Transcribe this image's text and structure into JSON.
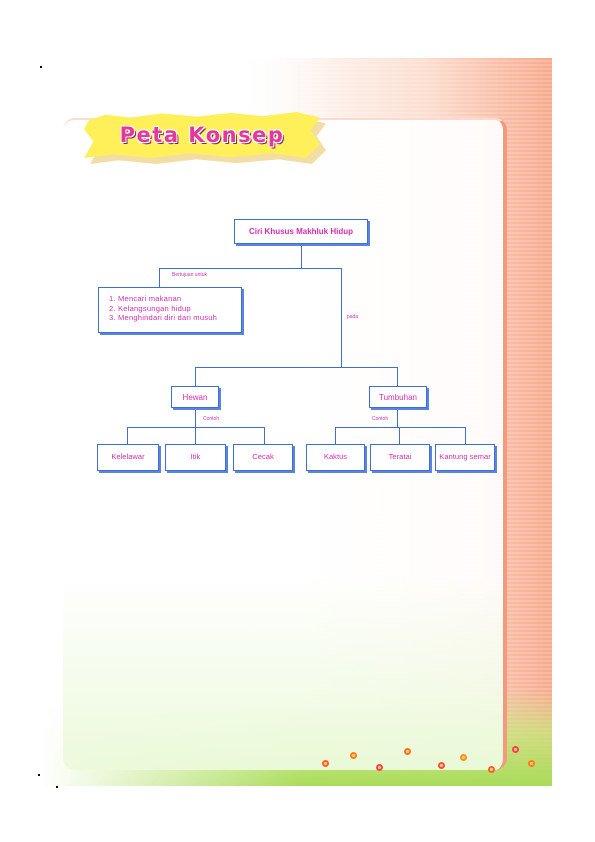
{
  "title": "Peta Konsep",
  "concept_map": {
    "root": "Ciri Khusus Makhluk Hidup",
    "purpose_label": "Bertujuan untuk",
    "purposes": [
      "Mencari makanan",
      "Kelangsungan hidup",
      "Menghindari diri dari musuh"
    ],
    "on_label": "pada",
    "branches": [
      {
        "name": "Hewan",
        "example_label": "Contoh",
        "examples": [
          "Kelelawar",
          "Itik",
          "Cecak"
        ]
      },
      {
        "name": "Tumbuhan",
        "example_label": "Contoh",
        "examples": [
          "Kaktus",
          "Teratai",
          "Kantung semar"
        ]
      }
    ]
  },
  "colors": {
    "text": "#d22fb0",
    "box_border": "#3d6fd8",
    "banner_fill": "#fff05a",
    "page_accent": "#f7a98c",
    "meadow": "#a9dc5a"
  }
}
